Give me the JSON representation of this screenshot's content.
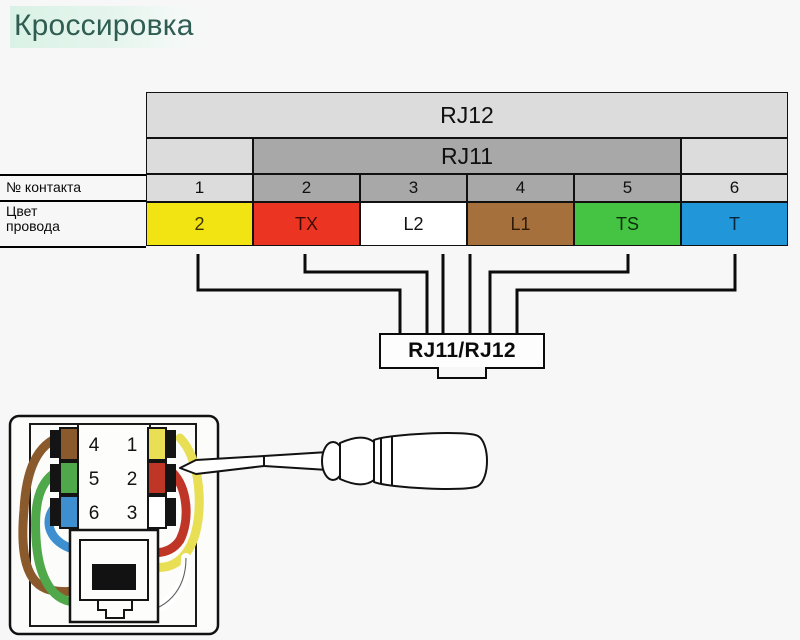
{
  "page": {
    "title": "Кроссировка",
    "background_color": "#f7f7f7",
    "title_color": "#2f5d52"
  },
  "pinout_table": {
    "headers": {
      "rj12": "RJ12",
      "rj11": "RJ11"
    },
    "row_labels": {
      "contact_number": "№ контакта",
      "wire_color_line1": "Цвет",
      "wire_color_line2": "провода"
    },
    "columns": [
      {
        "contact": "1",
        "wire": "2",
        "color": "#f2e313",
        "text_color": "#3b3300",
        "name": "yellow"
      },
      {
        "contact": "2",
        "wire": "TX",
        "color": "#ec3423",
        "text_color": "#3d0a05",
        "name": "red"
      },
      {
        "contact": "3",
        "wire": "L2",
        "color": "#ffffff",
        "text_color": "#111111",
        "name": "white"
      },
      {
        "contact": "4",
        "wire": "L1",
        "color": "#a6703c",
        "text_color": "#2e1a06",
        "name": "brown"
      },
      {
        "contact": "5",
        "wire": "TS",
        "color": "#45c443",
        "text_color": "#0b2f08",
        "name": "green"
      },
      {
        "contact": "6",
        "wire": "T",
        "color": "#2196d9",
        "text_color": "#06263c",
        "name": "blue"
      }
    ],
    "header_fill_light": "#dcdcdc",
    "header_fill_dark": "#a8a8a8",
    "number_row_fills": [
      "#dcdcdc",
      "#a8a8a8",
      "#a8a8a8",
      "#a8a8a8",
      "#a8a8a8",
      "#dcdcdc"
    ]
  },
  "connector": {
    "label": "RJ11/RJ12"
  },
  "socket": {
    "terminals_left": [
      {
        "number": "4",
        "color": "#8b5a2b"
      },
      {
        "number": "5",
        "color": "#3f9c3f"
      },
      {
        "number": "6",
        "color": "#2d6fbd"
      }
    ],
    "terminals_right": [
      {
        "number": "1",
        "color": "#efe24a"
      },
      {
        "number": "2",
        "color": "#cc3322"
      },
      {
        "number": "3",
        "color": "#ffffff"
      }
    ]
  }
}
